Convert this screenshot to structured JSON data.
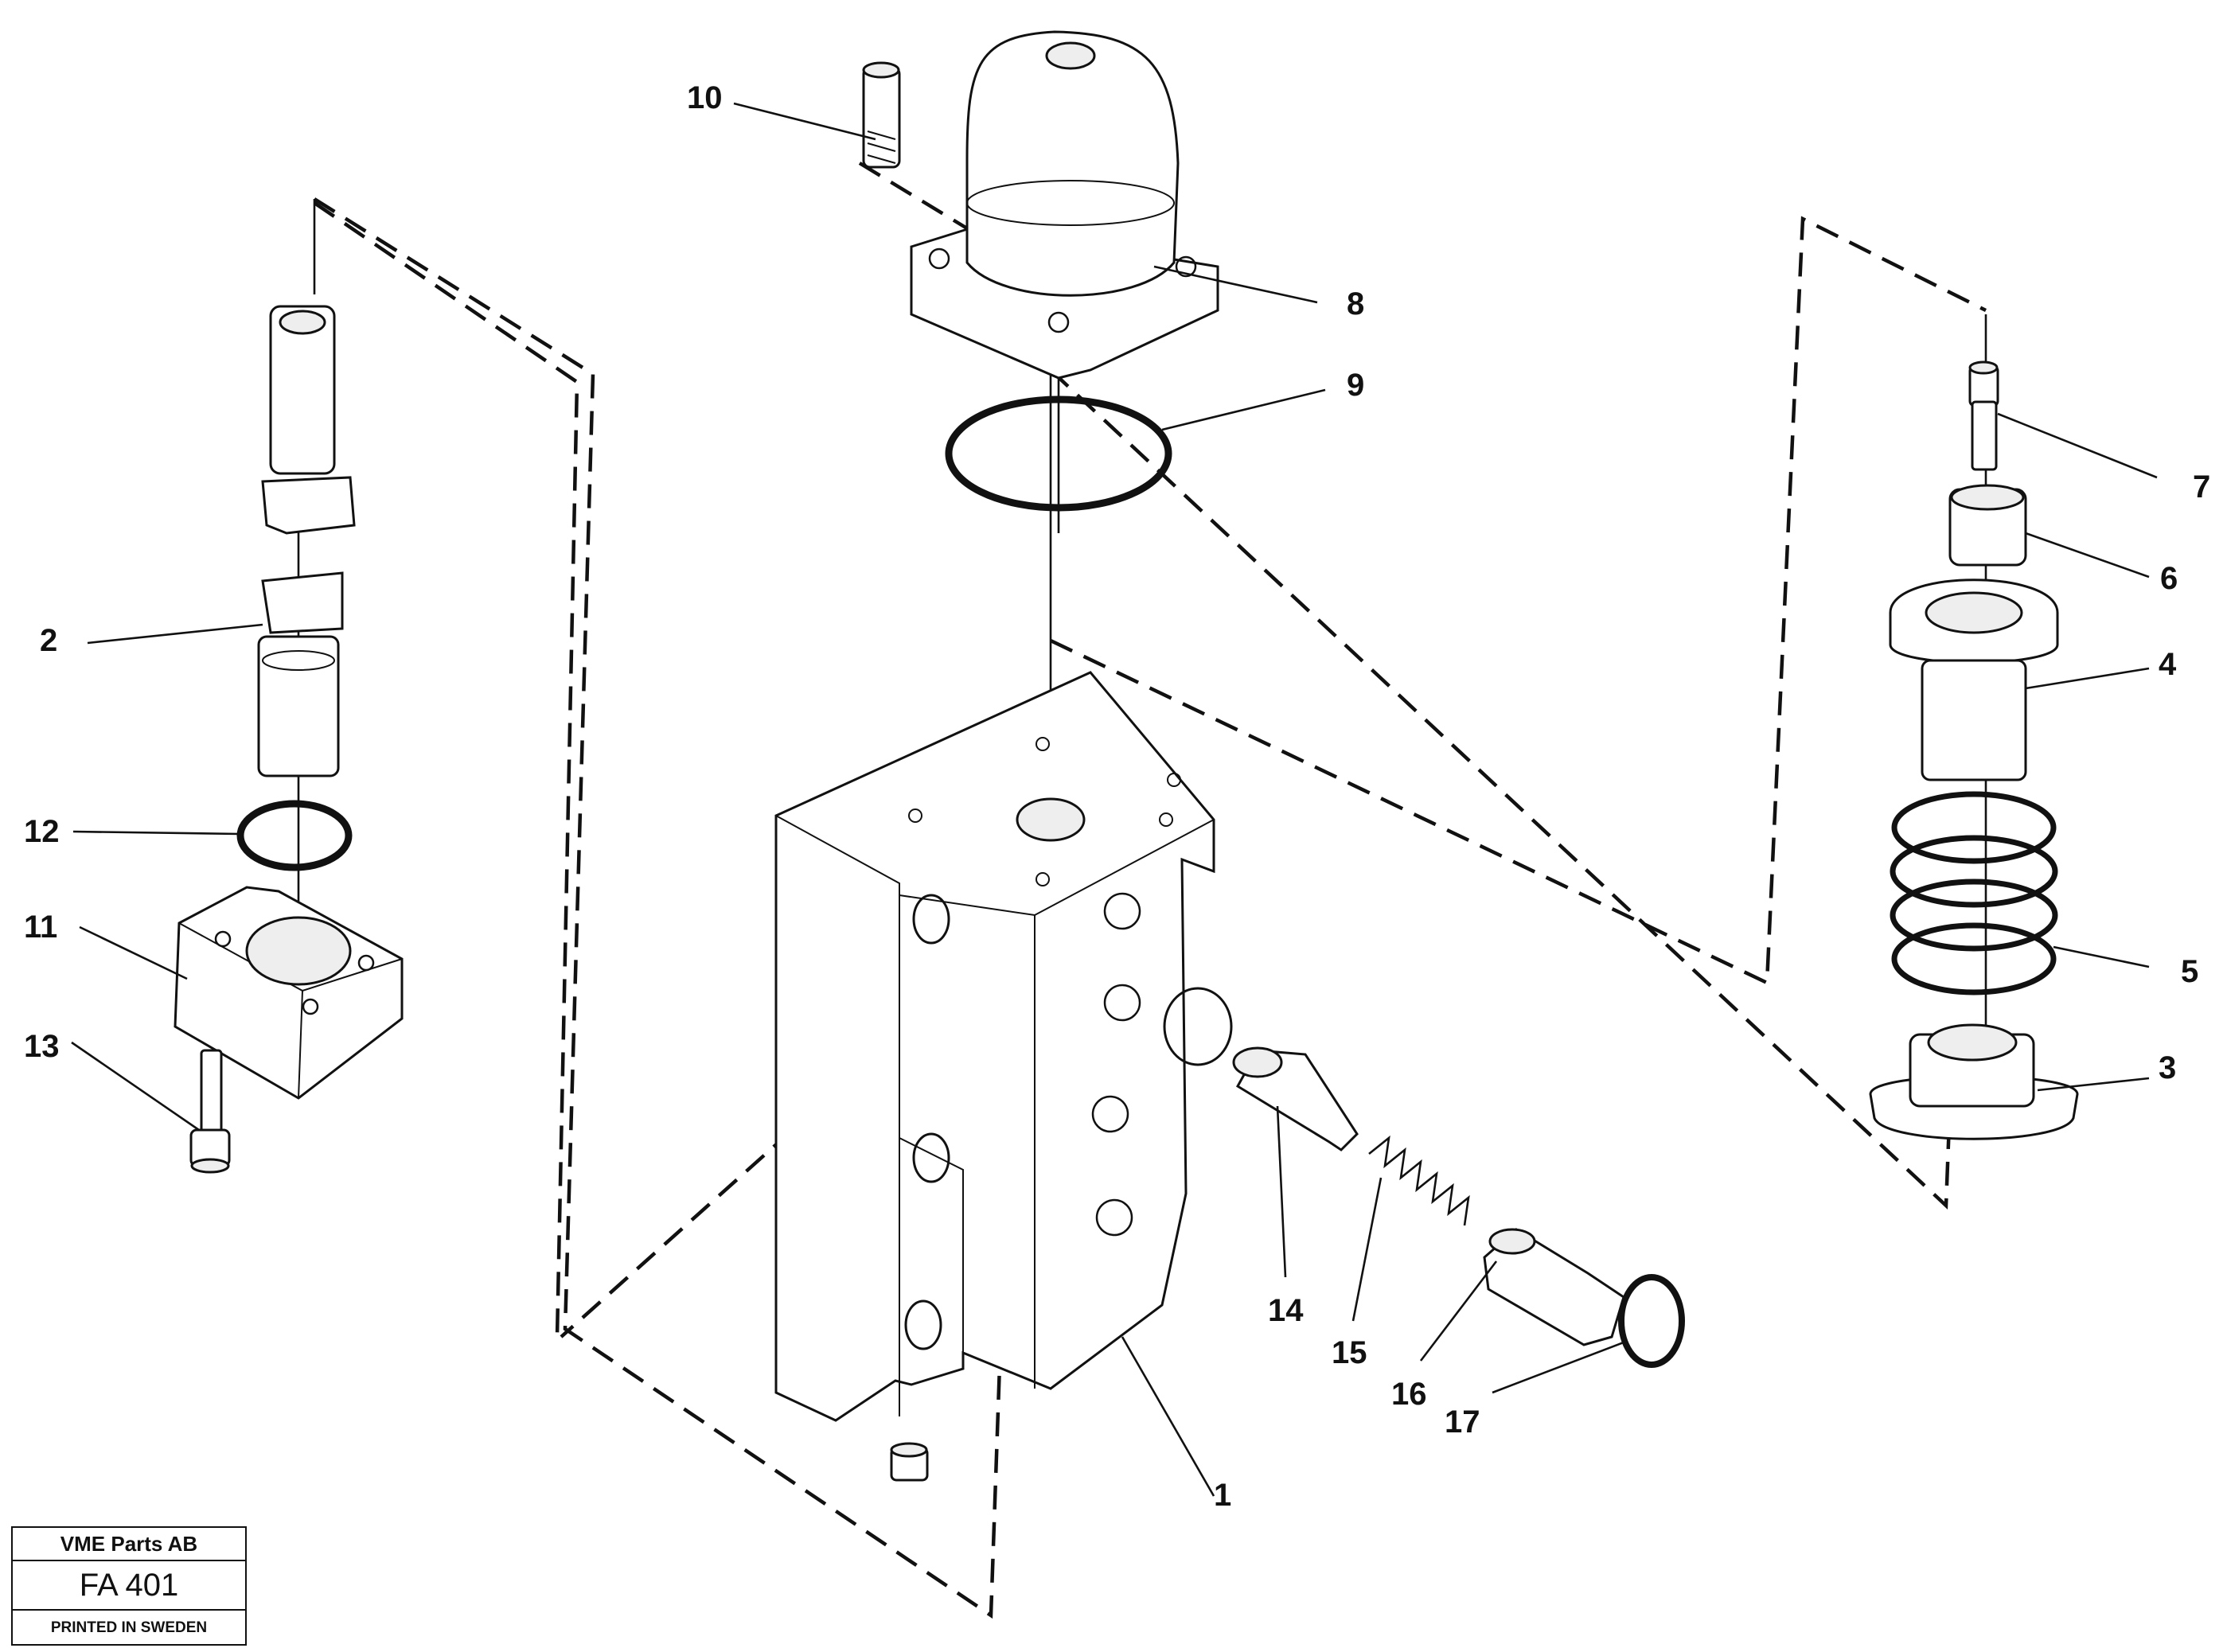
{
  "callouts": [
    {
      "id": "1",
      "text": "1"
    },
    {
      "id": "2",
      "text": "2"
    },
    {
      "id": "3",
      "text": "3"
    },
    {
      "id": "4",
      "text": "4"
    },
    {
      "id": "5",
      "text": "5"
    },
    {
      "id": "6",
      "text": "6"
    },
    {
      "id": "7",
      "text": "7"
    },
    {
      "id": "8",
      "text": "8"
    },
    {
      "id": "9",
      "text": "9"
    },
    {
      "id": "10",
      "text": "10"
    },
    {
      "id": "11",
      "text": "11"
    },
    {
      "id": "12",
      "text": "12"
    },
    {
      "id": "13",
      "text": "13"
    },
    {
      "id": "14",
      "text": "14"
    },
    {
      "id": "15",
      "text": "15"
    },
    {
      "id": "16",
      "text": "16"
    },
    {
      "id": "17",
      "text": "17"
    }
  ],
  "stamp": {
    "company": "VME Parts AB",
    "code": "FA 401",
    "printed": "PRINTED IN SWEDEN"
  }
}
